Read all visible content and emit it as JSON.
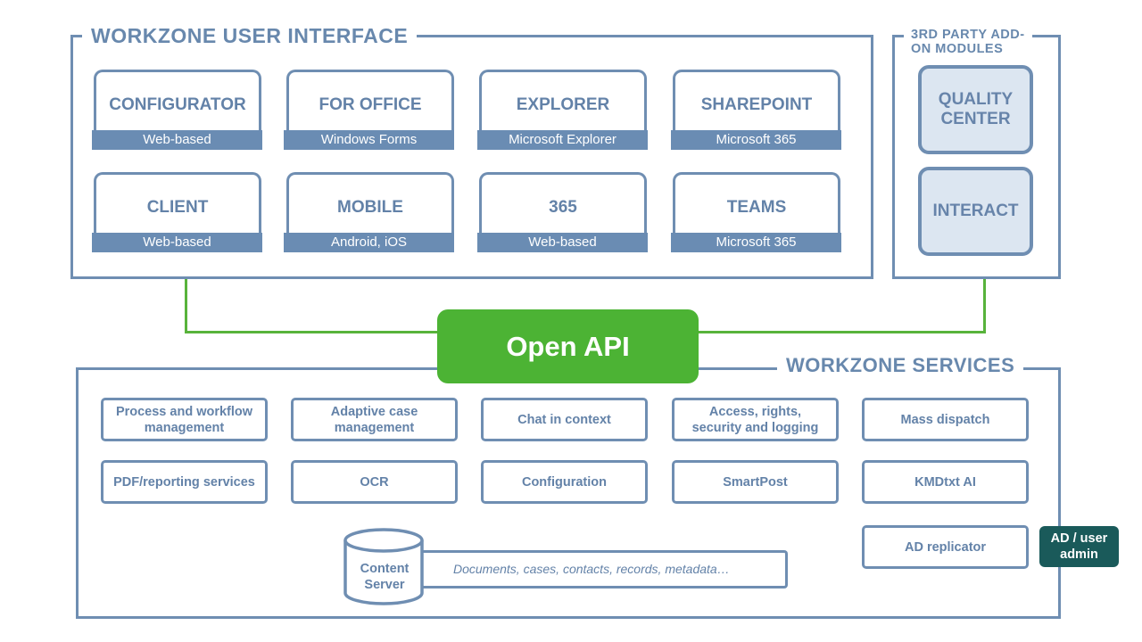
{
  "ui_section": {
    "title": "WORKZONE USER INTERFACE",
    "modules": [
      {
        "name": "CONFIGURATOR",
        "platform": "Web-based"
      },
      {
        "name": "FOR OFFICE",
        "platform": "Windows Forms"
      },
      {
        "name": "EXPLORER",
        "platform": "Microsoft Explorer"
      },
      {
        "name": "SHAREPOINT",
        "platform": "Microsoft 365"
      },
      {
        "name": "CLIENT",
        "platform": "Web-based"
      },
      {
        "name": "MOBILE",
        "platform": "Android, iOS"
      },
      {
        "name": "365",
        "platform": "Web-based"
      },
      {
        "name": "TEAMS",
        "platform": "Microsoft 365"
      }
    ]
  },
  "addons": {
    "title_line1": "3RD PARTY ADD-",
    "title_line2": "ON MODULES",
    "modules": [
      {
        "line1": "QUALITY",
        "line2": "CENTER"
      },
      {
        "line1": "INTERACT",
        "line2": ""
      }
    ]
  },
  "open_api": {
    "label": "Open API"
  },
  "services_section": {
    "title": "WORKZONE SERVICES",
    "services": [
      {
        "line1": "Process and workflow",
        "line2": "management"
      },
      {
        "line1": "Adaptive case",
        "line2": "management"
      },
      {
        "line1": "Chat in context",
        "line2": ""
      },
      {
        "line1": "Access, rights,",
        "line2": "security and logging"
      },
      {
        "line1": "Mass dispatch",
        "line2": ""
      },
      {
        "line1": "PDF/reporting services",
        "line2": ""
      },
      {
        "line1": "OCR",
        "line2": ""
      },
      {
        "line1": "Configuration",
        "line2": ""
      },
      {
        "line1": "SmartPost",
        "line2": ""
      },
      {
        "line1": "KMDtxt AI",
        "line2": ""
      }
    ],
    "ad_replicator": "AD replicator",
    "ad_admin": {
      "line1": "AD / user",
      "line2": "admin"
    },
    "content_server": {
      "line1": "Content",
      "line2": "Server"
    },
    "content_description": "Documents, cases, contacts, records, metadata…"
  },
  "colors": {
    "frame": "#6f8eb2",
    "text": "#6382a8",
    "bar": "#6a8cb3",
    "open_api": "#4cb334",
    "addon_fill": "#dce6f1",
    "ad_admin": "#1a5a5a"
  }
}
